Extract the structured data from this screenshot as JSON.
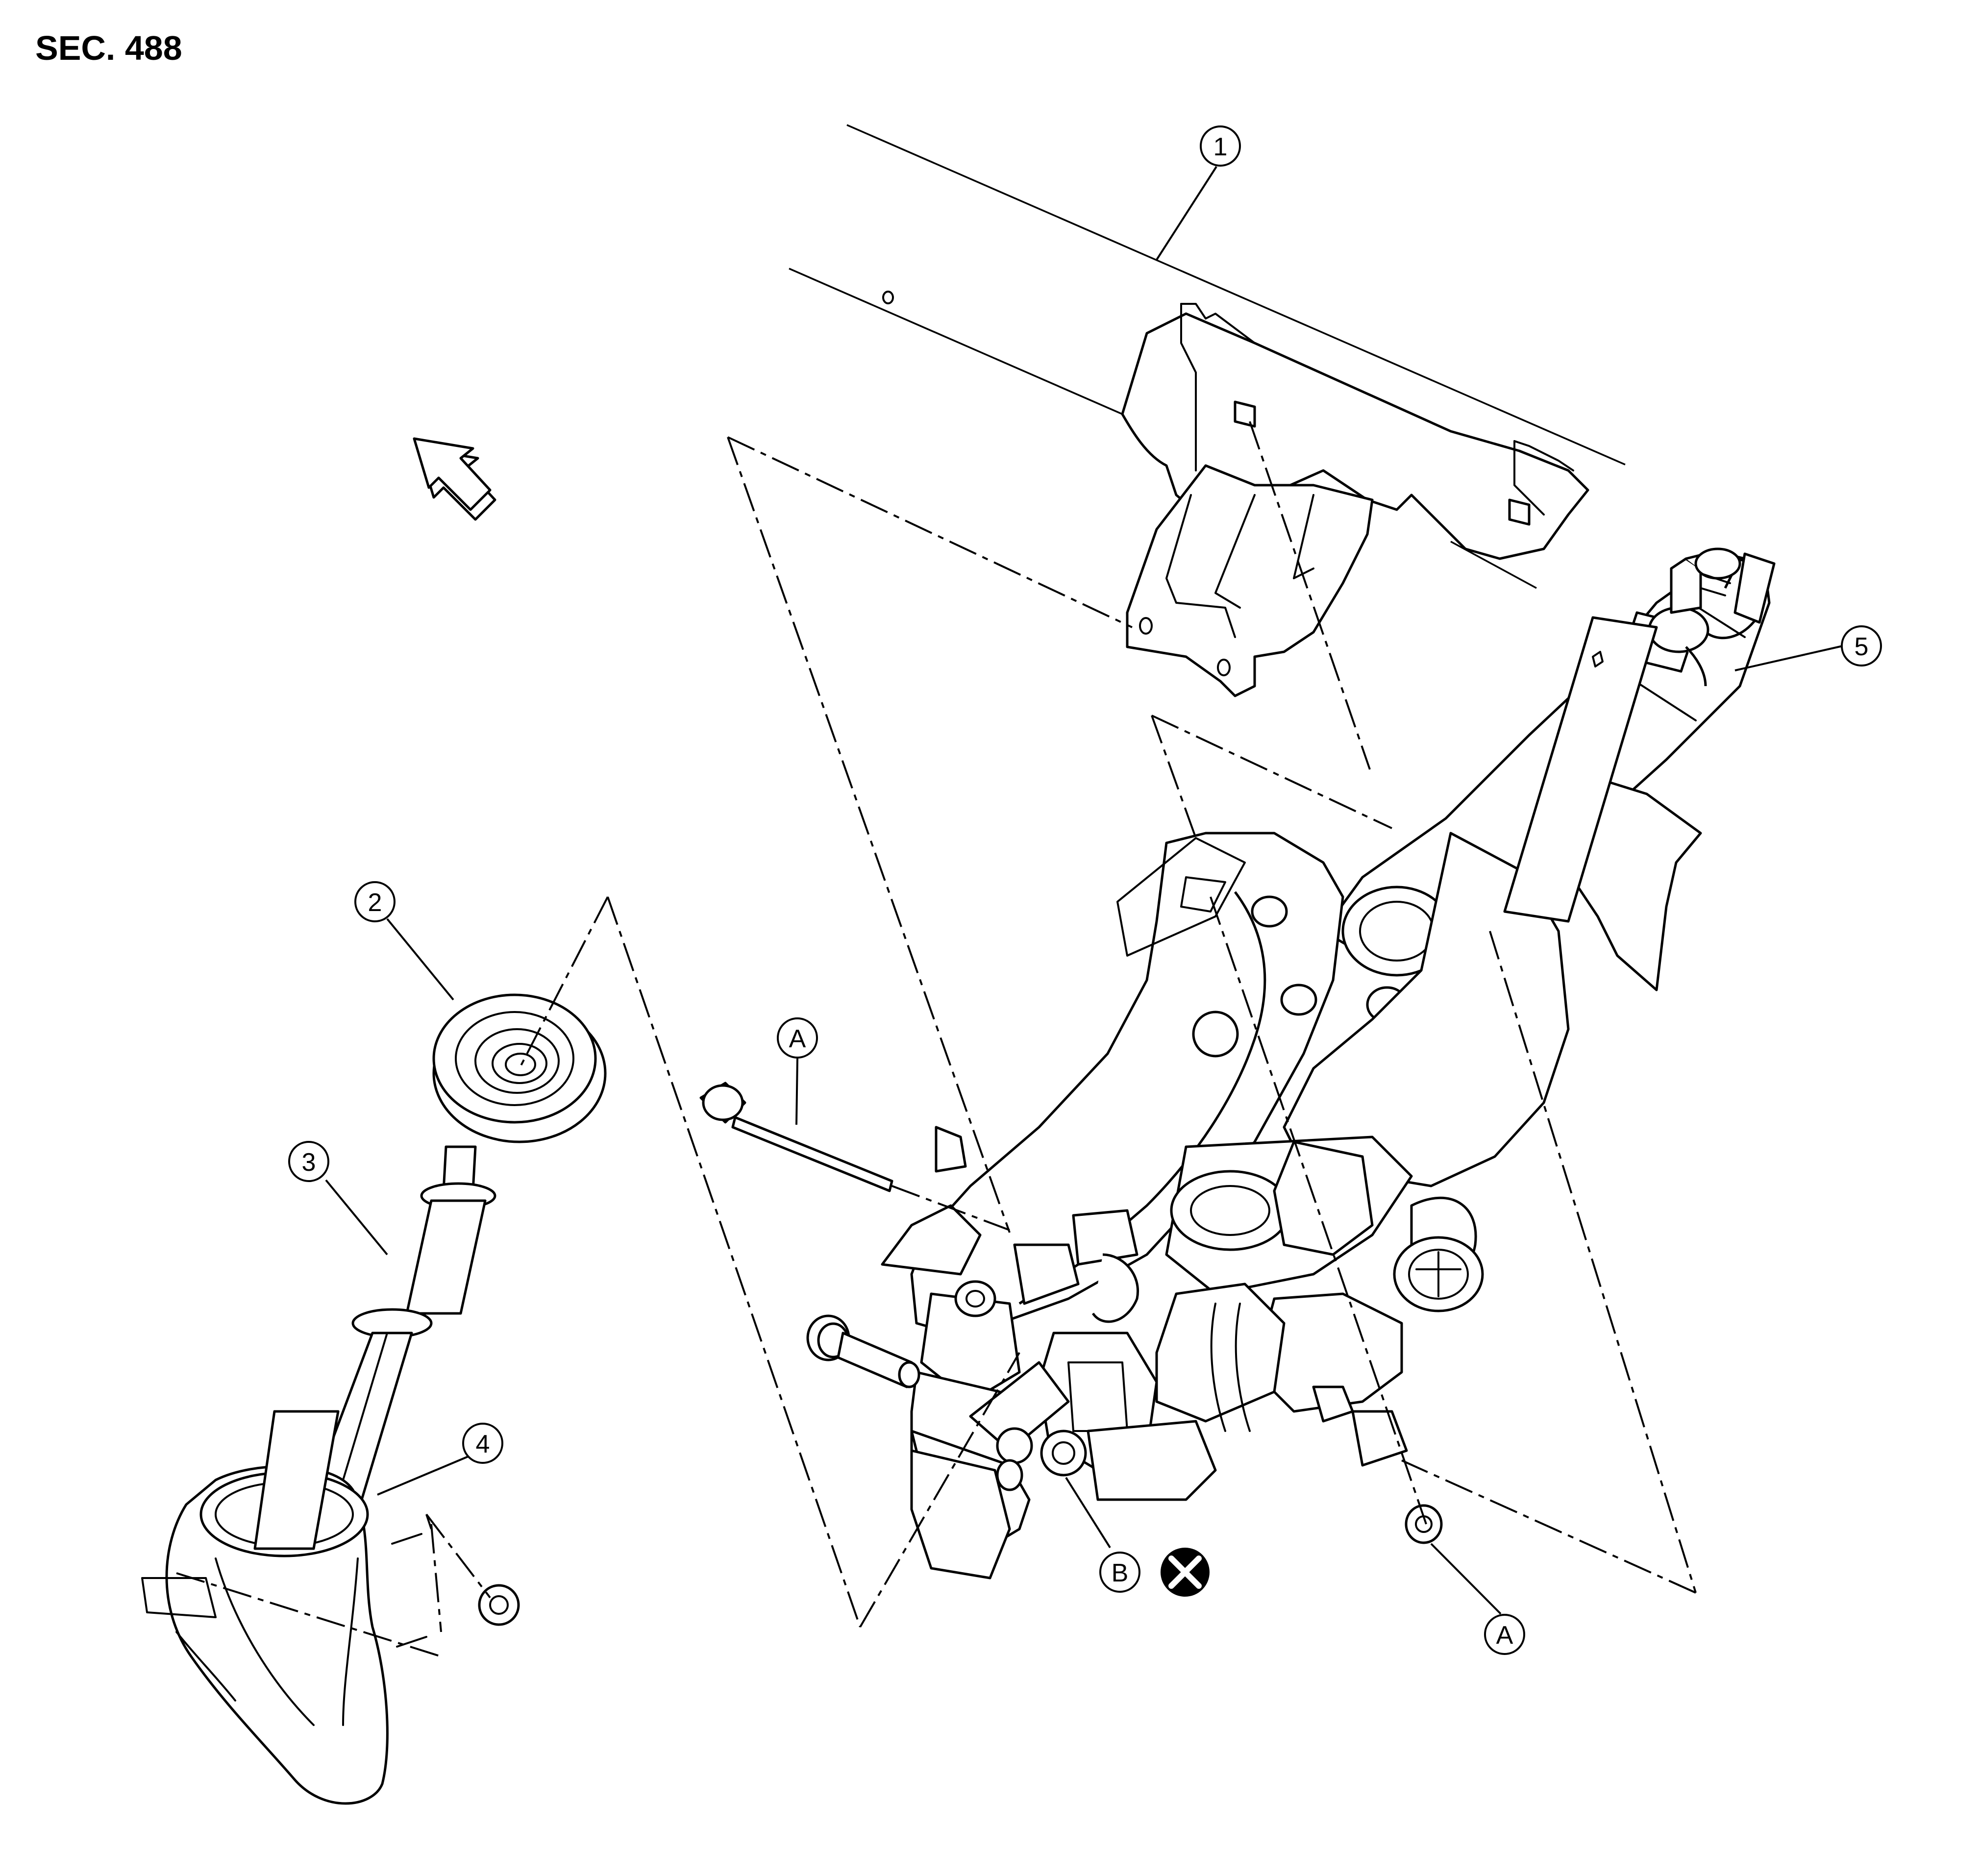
{
  "section": "SEC. 488",
  "callouts": [
    {
      "id": "c1",
      "label": "1"
    },
    {
      "id": "c2",
      "label": "2"
    },
    {
      "id": "c3",
      "label": "3"
    },
    {
      "id": "c4",
      "label": "4"
    },
    {
      "id": "c5",
      "label": "5"
    },
    {
      "id": "cA1",
      "label": "A"
    },
    {
      "id": "cA2",
      "label": "A"
    },
    {
      "id": "cB",
      "label": "B"
    }
  ],
  "symbols": {
    "direction_arrow": "front-direction-arrow-icon",
    "non_reusable": "non-reusable-x-icon"
  },
  "colors": {
    "line": "#000000",
    "background": "#ffffff"
  }
}
